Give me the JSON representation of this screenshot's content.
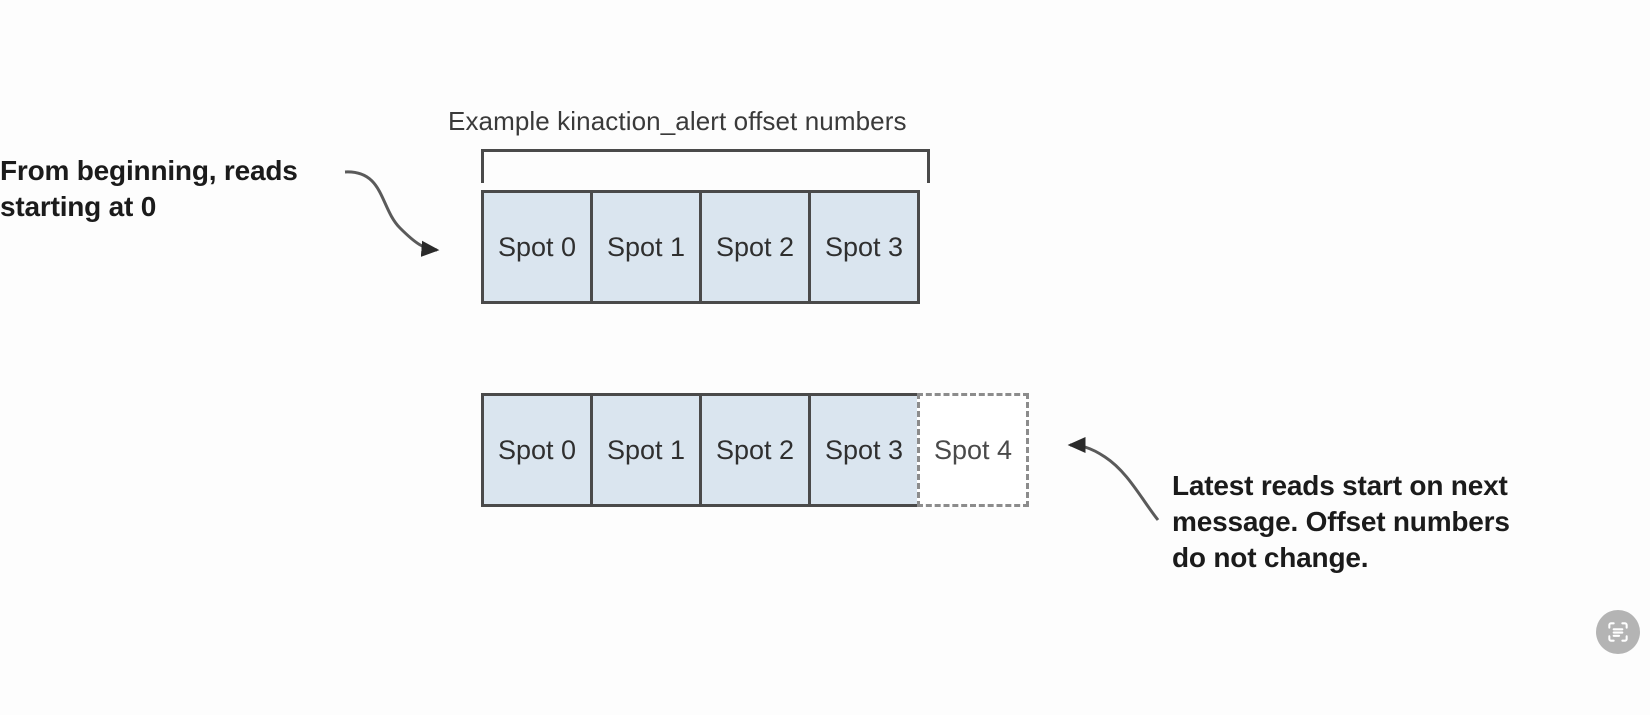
{
  "diagram": {
    "title": "Example kinaction_alert offset numbers",
    "colors": {
      "spot_fill": "#dae5ef",
      "spot_border": "#4a4a4a",
      "pending_border": "#8c8c8c",
      "text": "#1b1b1b",
      "background": "#fdfdfd"
    },
    "rows": [
      {
        "id": "row-top",
        "name": "from-beginning-row",
        "spots": [
          {
            "label": "Spot 0",
            "state": "filled"
          },
          {
            "label": "Spot 1",
            "state": "filled"
          },
          {
            "label": "Spot 2",
            "state": "filled"
          },
          {
            "label": "Spot 3",
            "state": "filled"
          }
        ]
      },
      {
        "id": "row-bottom",
        "name": "latest-row",
        "spots": [
          {
            "label": "Spot 0",
            "state": "filled"
          },
          {
            "label": "Spot 1",
            "state": "filled"
          },
          {
            "label": "Spot 2",
            "state": "filled"
          },
          {
            "label": "Spot 3",
            "state": "filled"
          },
          {
            "label": "Spot 4",
            "state": "pending"
          }
        ]
      }
    ],
    "callouts": {
      "left": {
        "line1": "From beginning, reads",
        "line2": "starting at 0"
      },
      "right": {
        "line1": "Latest reads start on next",
        "line2": "message. Offset numbers",
        "line3": "do not change."
      }
    },
    "badge": {
      "icon": "scan-text-icon"
    }
  }
}
